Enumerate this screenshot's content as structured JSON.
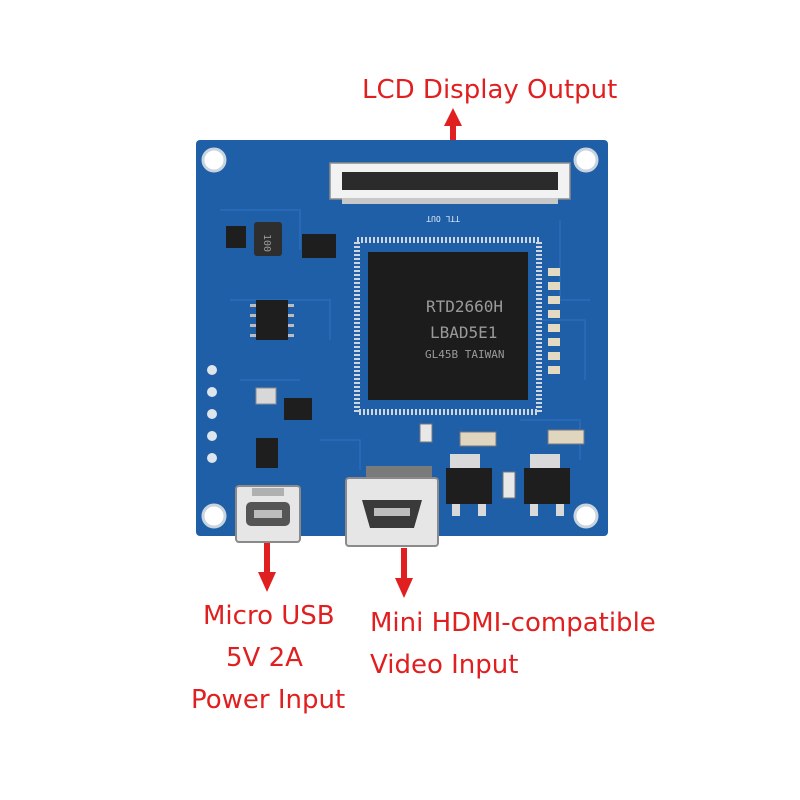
{
  "labels": {
    "lcd_output": "LCD Display Output",
    "usb_line1": "Micro USB",
    "usb_line2": "5V 2A",
    "usb_line3": "Power Input",
    "hdmi_line1": "Mini HDMI-compatible",
    "hdmi_line2": "Video Input"
  },
  "board": {
    "chip_line1": "RTD2660H",
    "chip_line2": "LBAD5E1",
    "chip_line3": "GL45B TAIWAN",
    "connector_silk": "TTL OUT",
    "inductor_mark": "100"
  },
  "colors": {
    "pcb": "#1f5fa8",
    "label_red": "#e02020"
  }
}
